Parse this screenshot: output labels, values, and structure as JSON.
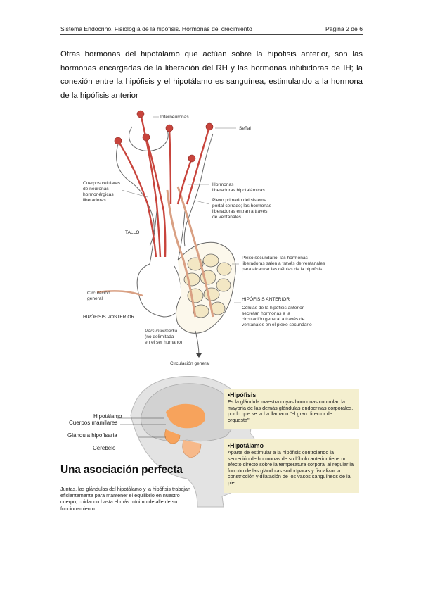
{
  "header": {
    "left": "Sistema Endocrino. Fisiología de la hipófisis. Hormonas del crecimiento",
    "right": "Página 2 de 6"
  },
  "intro": "Otras hormonas del hipotálamo que actúan sobre la hipófisis anterior, son las hormonas encargadas de la liberación del RH y las hormonas inhibidoras de IH; la conexión entre la hipófisis y el hipotálamo es sanguínea, estimulando a la hormona de la hipófisis anterior",
  "diagram": {
    "interneuronas": "Interneuronas",
    "senal": "Señal",
    "cuerpos": [
      "Cuerpos celulares",
      "de neuronas",
      "hormonérgicas",
      "liberadoras"
    ],
    "hormonas_lib": [
      "Hormonas",
      "liberadoras hipotalámicas"
    ],
    "plexo_primario": [
      "Plexo primario del sistema",
      "portal cerrado; las hormonas",
      "liberadoras entran a través",
      "de ventanales"
    ],
    "tallo": "TALLO",
    "plexo_secundario": [
      "Plexo secundario; las hormonas",
      "liberadoras salen a través de ventanales",
      "para alcanzar las células de la hipófisis"
    ],
    "circulacion_general_left": [
      "Circulación",
      "general"
    ],
    "hipofisis_anterior": "HIPÓFISIS ANTERIOR",
    "celulas": [
      "Células de la hipófisis anterior",
      "secretan hormonas a la",
      "circulación general a través de",
      "ventanales en el plexo secundario"
    ],
    "hipofisis_posterior": "HIPÓFISIS POSTERIOR",
    "pars": [
      "Pars intermedia",
      "(no delimitada",
      "en el ser humano)"
    ],
    "circulacion_general_bottom": "Circulación general"
  },
  "brain": {
    "labels": {
      "hipotalamo": "Hipotálamo",
      "cuerpos_mamilares": "Cuerpos mamilares",
      "glandula": "Glándula hipofisaria",
      "cerebelo": "Cerebelo"
    },
    "headline": "Una asociación perfecta",
    "subtitle": "Juntas, las glándulas del hipotálamo y la hipófisis trabajan eficientemente para mantener el equilibrio en nuestro cuerpo, cuidando hasta el más mínimo detalle de su funcionamiento.",
    "box1": {
      "title": "•Hipófisis",
      "text": "Es la glándula maestra cuyas hormonas controlan la mayoría de las demás glándulas endocrinas corporales, por lo que se la ha llamado \"el gran director de orquesta\"."
    },
    "box2": {
      "title": "•Hipotálamo",
      "text": "Aparte de estimular a la hipófisis controlando la secreción de hormonas de su lóbulo anterior tiene un efecto directo sobre la temperatura corporal al regular la función de las glándulas sudoríparas y fiscalizar la constricción y dilatación de los vasos sanguíneos de la piel."
    }
  },
  "colors": {
    "neuron": "#c8443c",
    "vessel": "#d9a083",
    "outline": "#555555",
    "cells": "#f3e7c4",
    "brain_orange": "#f7a35c",
    "box_bg": "#f4efcf"
  }
}
